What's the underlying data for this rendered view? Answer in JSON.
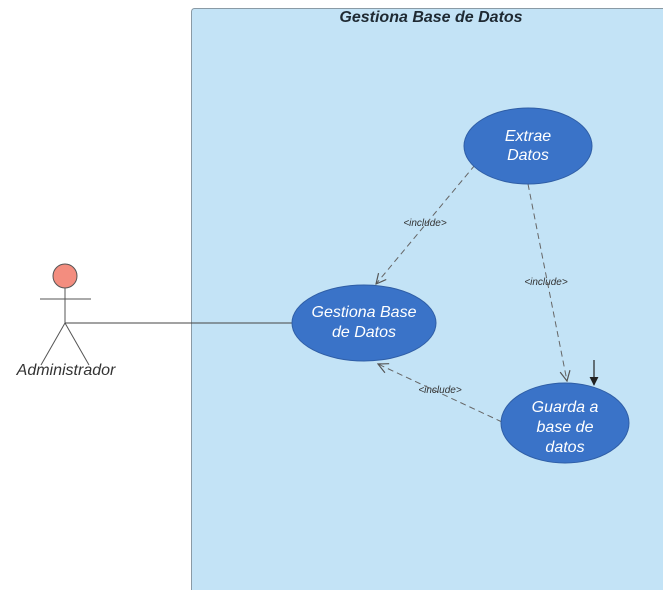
{
  "system": {
    "title": "Gestiona Base de Datos"
  },
  "actor": {
    "name": "Administrador"
  },
  "use_cases": {
    "extrae": {
      "line1": "Extrae",
      "line2": "Datos"
    },
    "gestiona": {
      "line1": "Gestiona Base",
      "line2": "de Datos"
    },
    "guarda": {
      "line1": "Guarda a",
      "line2": "base de",
      "line3": "datos"
    }
  },
  "relations": {
    "include_1": "<include>",
    "include_2": "<include>",
    "include_3": "<include>"
  },
  "colors": {
    "system_fill": "#c3e3f6",
    "use_case_fill": "#3a73c8",
    "actor_head": "#f38d7f"
  }
}
